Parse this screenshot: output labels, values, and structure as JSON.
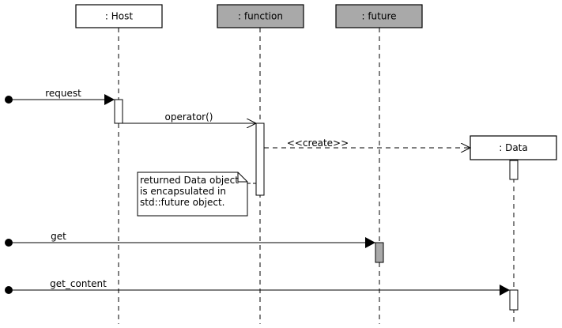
{
  "colors": {
    "background": "#ffffff",
    "line": "#000000",
    "shaded_fill": "#a9a9a9"
  },
  "lifelines": [
    {
      "id": "host",
      "label": ": Host",
      "shaded": false
    },
    {
      "id": "function",
      "label": ": function",
      "shaded": true
    },
    {
      "id": "future",
      "label": ": future",
      "shaded": true
    },
    {
      "id": "data",
      "label": ": Data",
      "shaded": false
    }
  ],
  "messages": [
    {
      "id": "request",
      "label": "request",
      "from": "found",
      "to": "host",
      "kind": "synchronous"
    },
    {
      "id": "operator",
      "label": "operator()",
      "from": "host",
      "to": "function",
      "kind": "asynchronous"
    },
    {
      "id": "create",
      "label": "<<create>>",
      "from": "function",
      "to": "data",
      "kind": "create"
    },
    {
      "id": "get",
      "label": "get",
      "from": "found",
      "to": "future",
      "kind": "synchronous"
    },
    {
      "id": "get_content",
      "label": "get_content",
      "from": "found",
      "to": "data",
      "kind": "synchronous"
    }
  ],
  "note": {
    "lines": [
      "returned Data object",
      "is encapsulated in",
      "std::future object."
    ]
  }
}
